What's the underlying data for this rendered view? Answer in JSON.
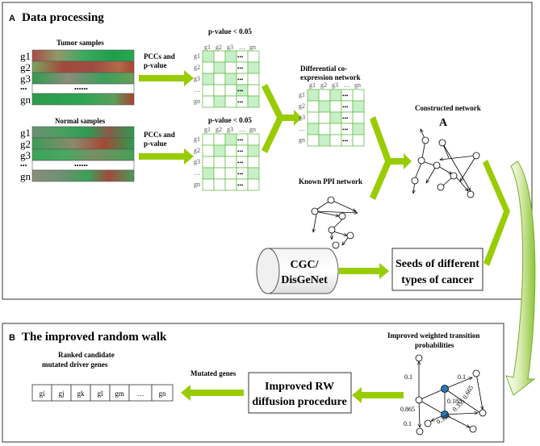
{
  "panel_a": {
    "letter": "A",
    "title": "Data processing",
    "tumor_title": "Tumor samples",
    "normal_title": "Normal samples",
    "gene_labels_tumor": [
      "g1",
      "g2",
      "g3",
      "•••",
      "gn"
    ],
    "gene_labels_normal": [
      "g1",
      "g2",
      "g3",
      "•••",
      "gn"
    ],
    "dots_row": "••••••",
    "pcc_line1": "PCCs and",
    "pcc_line2": "p-value",
    "pvalue_label": "p-value < 0.05",
    "matrix_cols": [
      "g1",
      "g2",
      "g3",
      "…",
      "gn"
    ],
    "matrix_rows": [
      "g1",
      "g2",
      "g3",
      "…",
      "gn"
    ],
    "matrix_dots": "•••",
    "diff_line1": "Differential co-",
    "diff_line2": "expression network",
    "constructed_network": "Constructed network",
    "constructed_letter": "A",
    "ppi_label": "Known PPI network",
    "cgc_line1": "CGC/",
    "cgc_line2": "DisGeNet",
    "seeds_line1": "Seeds of different",
    "seeds_line2": "types of cancer"
  },
  "panel_b": {
    "letter": "B",
    "title": "The improved random walk",
    "transition_line1": "Improved weighted transition",
    "transition_line2": "probabilities",
    "rw_line1": "Improved RW",
    "rw_line2": "diffusion procedure",
    "mutated_genes": "Mutated genes",
    "ranked_line1": "Ranked candidate",
    "ranked_line2": "mutated driver genes",
    "gene_list": [
      "gi",
      "gj",
      "gk",
      "gl",
      "gm",
      "…",
      "gn"
    ],
    "edge_weights": [
      "0.1",
      "0.1",
      "0.865",
      "0.1",
      "0.185",
      "0.665",
      "0.355",
      "0.355"
    ]
  },
  "colors": {
    "arrow_green": "#99cc00",
    "matrix_border": "#6abf4b",
    "matrix_fill": "#c8f0c8",
    "node_blue": "#2e75b6"
  }
}
